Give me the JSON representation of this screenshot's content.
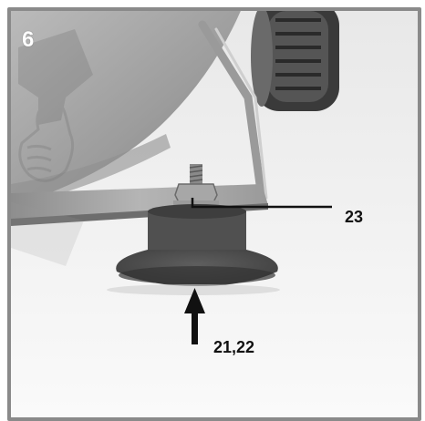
{
  "figure": {
    "number": "6"
  },
  "callouts": {
    "nut": "23",
    "foot": "21,22"
  },
  "colors": {
    "frame_border": "#8a8a8a",
    "callout_text": "#111111",
    "arrow": "#111111",
    "background": "#f4f4f4"
  },
  "icons": {
    "watermark": "hammer-and-thumbs-up-watermark",
    "arrow": "arrow-up-icon"
  }
}
